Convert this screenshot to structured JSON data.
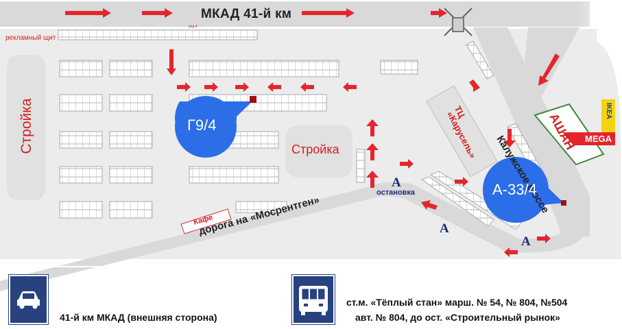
{
  "roads": {
    "mkad_title": "МКАД 41-й км",
    "kaluzhskoe": "Калужское шоссе",
    "mosrentgen": "дорога на «Мосрентген»",
    "ryad_label": "ряд 4"
  },
  "landmarks": {
    "billboard": "рекламный щит",
    "construction_left": "Стройка",
    "construction_center": "Стройка",
    "cafe": "Кафе",
    "mall_line1": "ТЦ",
    "mall_line2": "«Карусель»",
    "auchan": "АШАН",
    "ikea": "IKEA",
    "mega": "MEGA"
  },
  "markers": {
    "g94": "Г9/4",
    "a334": "А-33/4"
  },
  "bus_stops": {
    "letter": "A",
    "label": "остановка"
  },
  "legend": {
    "car_text": "41-й км МКАД (внешняя сторона)",
    "bus_line1": "ст.м. «Тёплый стан» марш. № 54, № 804, №504",
    "bus_line2": "авт. № 804,  до ост. «Строительный рынок»",
    "car_icon": "car-icon",
    "bus_icon": "bus-icon"
  },
  "colors": {
    "road": "#d9d9d9",
    "lot": "#ececec",
    "arrow": "#e3262d",
    "marker": "#2b6ee8",
    "sign": "#27427f",
    "auchan": "#d42020",
    "ikea": "#f5d40f",
    "mega": "#e3262d"
  }
}
